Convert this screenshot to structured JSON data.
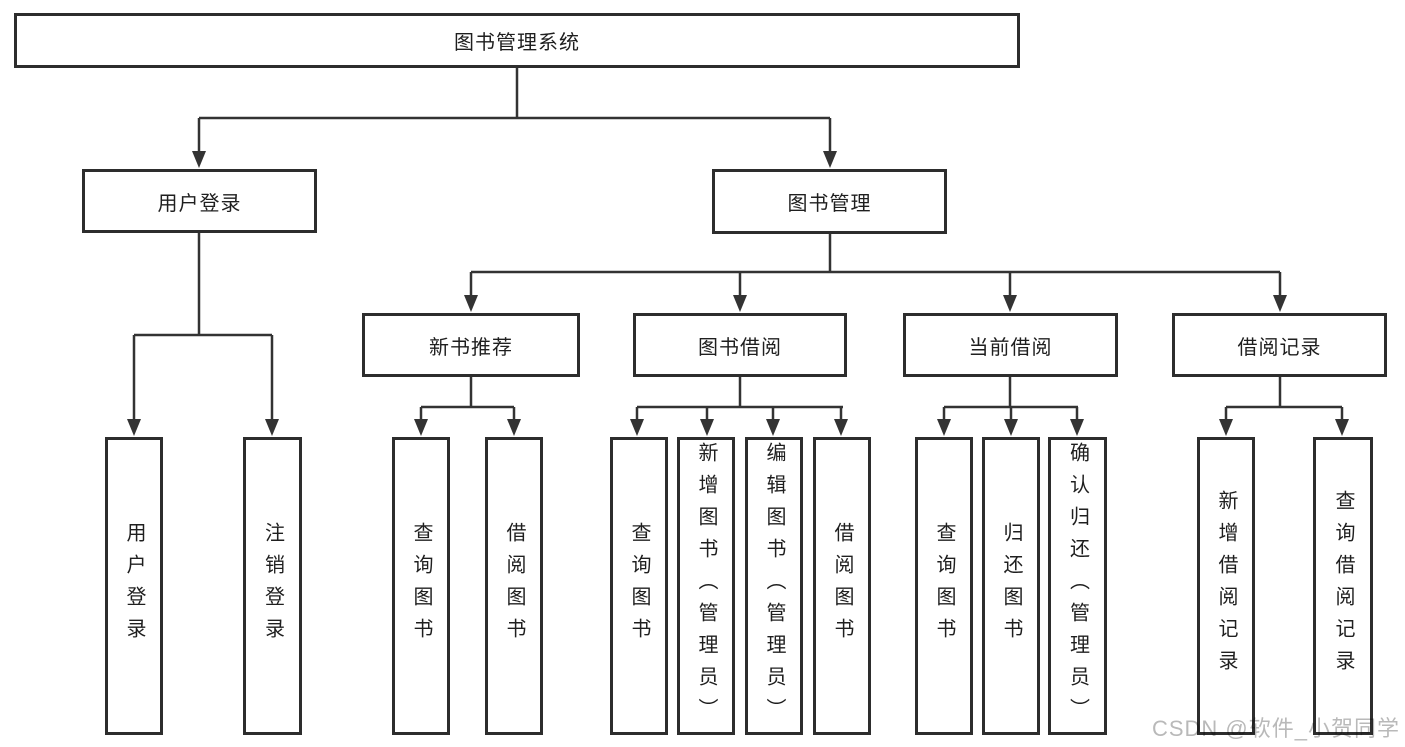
{
  "tree": {
    "label": "图书管理系统",
    "children": [
      {
        "label": "用户登录",
        "children": [
          {
            "label": "用户登录"
          },
          {
            "label": "注销登录"
          }
        ]
      },
      {
        "label": "图书管理",
        "children": [
          {
            "label": "新书推荐",
            "children": [
              {
                "label": "查询图书"
              },
              {
                "label": "借阅图书"
              }
            ]
          },
          {
            "label": "图书借阅",
            "children": [
              {
                "label": "查询图书"
              },
              {
                "label": "新增图书（管理员）"
              },
              {
                "label": "编辑图书（管理员）"
              },
              {
                "label": "借阅图书"
              }
            ]
          },
          {
            "label": "当前借阅",
            "children": [
              {
                "label": "查询图书"
              },
              {
                "label": "归还图书"
              },
              {
                "label": "确认归还（管理员）"
              }
            ]
          },
          {
            "label": "借阅记录",
            "children": [
              {
                "label": "新增借阅记录"
              },
              {
                "label": "查询借阅记录"
              }
            ]
          }
        ]
      }
    ]
  },
  "watermark": {
    "text": "CSDN @软件_小贺同学"
  },
  "colors": {
    "line": "#333333",
    "box_border": "#2d2d2d",
    "box_fill": "#ffffff",
    "text": "#1f1f1f",
    "watermark_text": "#b9b9b9",
    "background": "#ffffff"
  }
}
